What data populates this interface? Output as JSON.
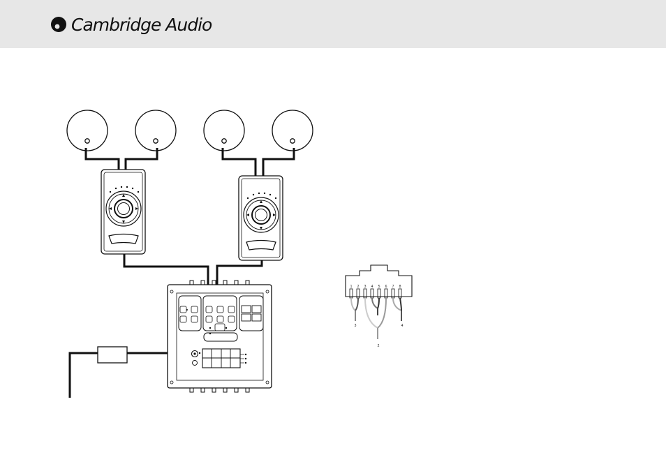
{
  "header": {
    "brand": "Cambridge Audio",
    "logo_icon": "cambridge-audio-logo-icon",
    "background": "#e7e7e7"
  },
  "connector": {
    "pins": [
      "1",
      "2",
      "3",
      "4",
      "5",
      "6",
      "7",
      "8"
    ],
    "groups": [
      "3",
      "2",
      "4"
    ]
  }
}
